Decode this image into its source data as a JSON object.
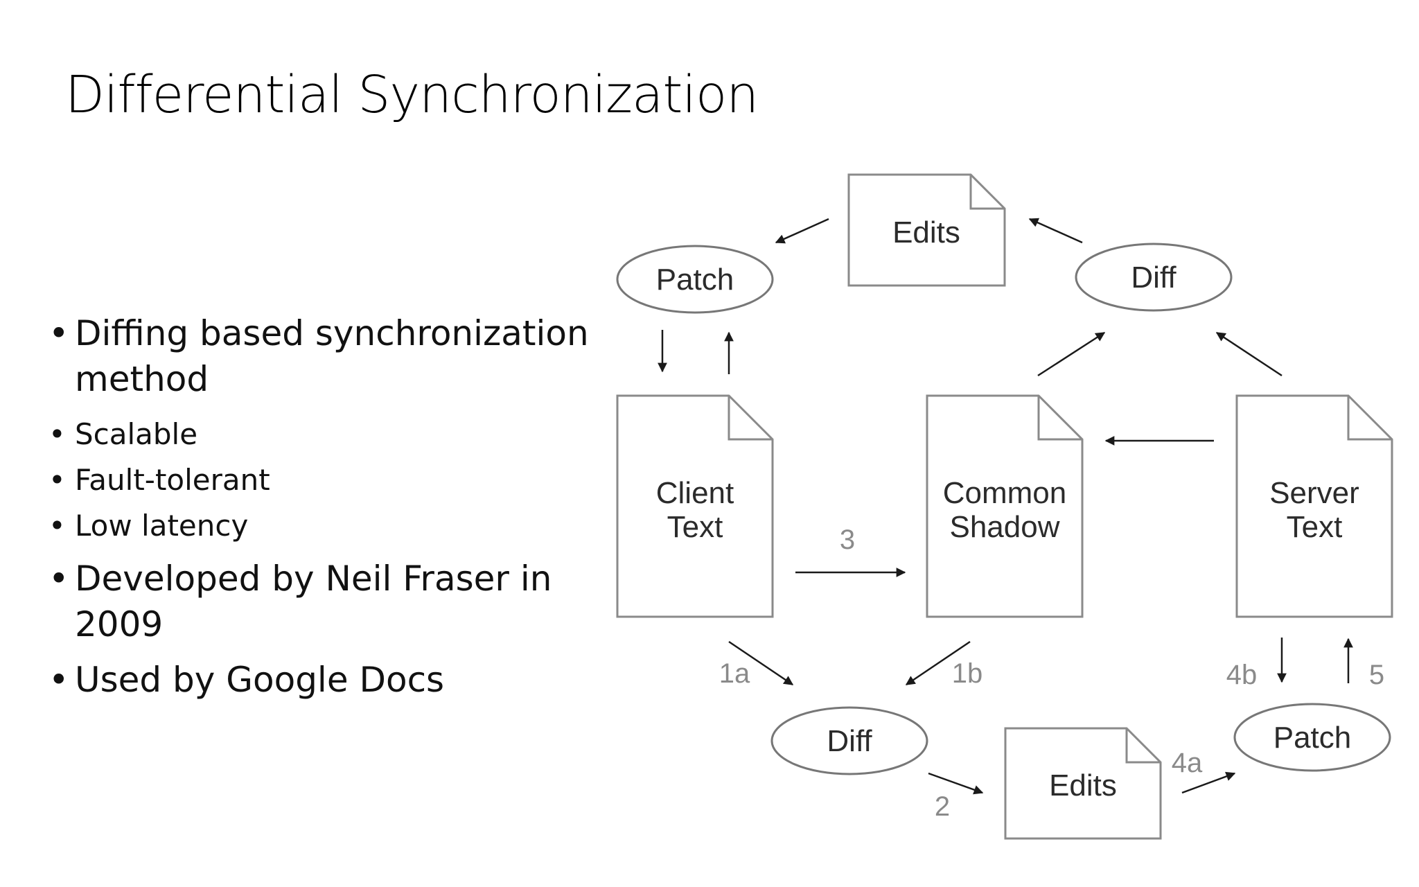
{
  "slide": {
    "title": "Differential Synchronization"
  },
  "bullets": [
    {
      "text": "Diffing based synchronization method",
      "sub": [
        "Scalable",
        "Fault-tolerant",
        "Low latency"
      ]
    },
    {
      "text": "Developed by Neil Fraser in 2009",
      "sub": []
    },
    {
      "text": "Used by Google Docs",
      "sub": []
    }
  ],
  "diagram": {
    "documents": {
      "edits_top": [
        "Edits"
      ],
      "client_text": [
        "Client",
        "Text"
      ],
      "common_shadow": [
        "Common",
        "Shadow"
      ],
      "server_text": [
        "Server",
        "Text"
      ],
      "edits_bottom": [
        "Edits"
      ]
    },
    "processes": {
      "patch_top": "Patch",
      "diff_top": "Diff",
      "diff_bottom": "Diff",
      "patch_bottom": "Patch"
    },
    "steps": {
      "s1a": "1a",
      "s1b": "1b",
      "s2": "2",
      "s3": "3",
      "s4a": "4a",
      "s4b": "4b",
      "s5": "5"
    }
  }
}
